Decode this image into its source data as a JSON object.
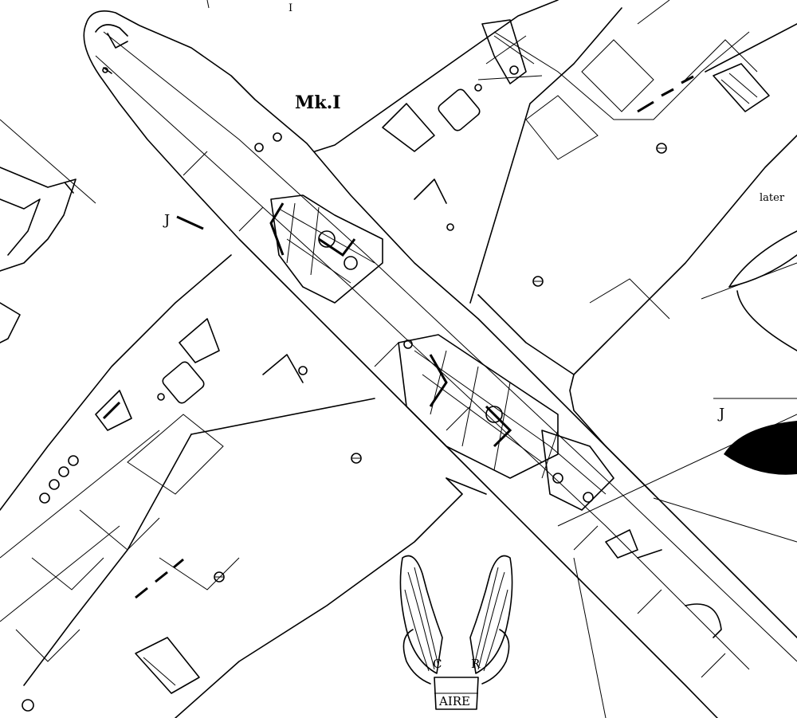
{
  "labels": {
    "mark": "Mk.I",
    "later": "later",
    "section_mark_left": "J",
    "section_mark_right": "J",
    "tick_top": "I"
  },
  "logo": {
    "letter_left": "C",
    "letter_right": "R",
    "banner": "AIRE"
  },
  "colors": {
    "ink": "#000000",
    "paper": "#ffffff"
  }
}
